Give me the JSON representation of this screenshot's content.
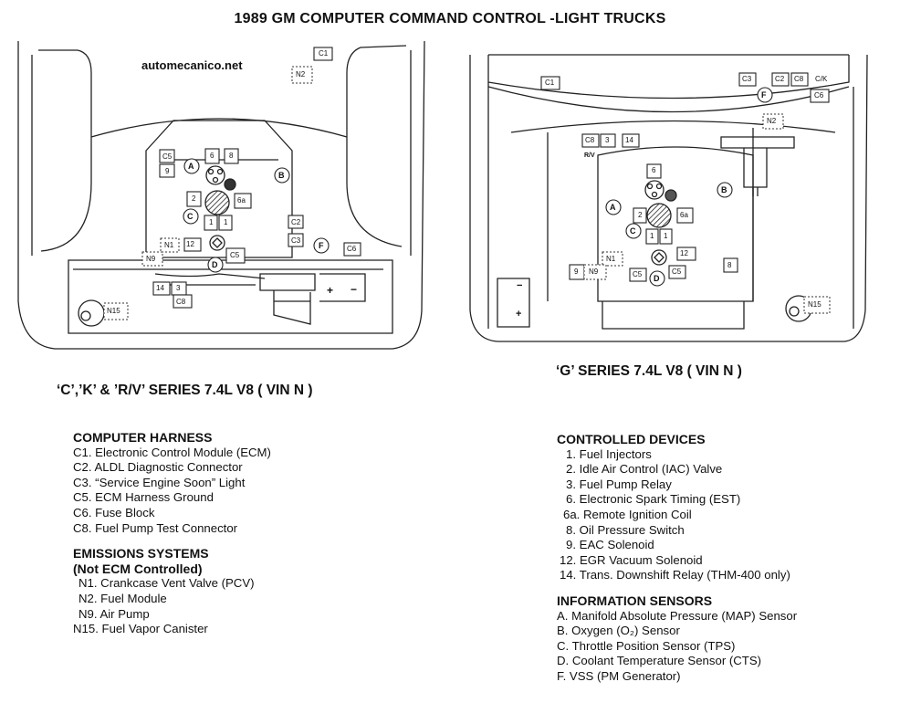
{
  "title": "1989 GM COMPUTER COMMAND CONTROL -LIGHT TRUCKS",
  "watermark": "automecanico.net",
  "left_diagram": {
    "caption": "‘C’,’K’ & ’R/V’ SERIES 7.4L V8 ( VIN N )",
    "callouts": {
      "c1": "C1",
      "n2": "N2",
      "c5": "C5",
      "nine": "9",
      "six": "6",
      "eight": "8",
      "two": "2",
      "six_a": "6a",
      "one_a": "1",
      "one_b": "1",
      "twelve": "12",
      "c5b": "C5",
      "n1": "N1",
      "n9": "N9",
      "c2": "C2",
      "c3": "C3",
      "c6": "C6",
      "fourteen": "14",
      "three": "3",
      "c8": "C8",
      "n15": "N15",
      "a": "A",
      "b": "B",
      "c": "C",
      "d": "D",
      "f": "F",
      "plus": "+",
      "minus": "−"
    }
  },
  "right_diagram": {
    "caption": "‘G’ SERIES 7.4L V8 ( VIN N )",
    "callouts": {
      "c1": "C1",
      "c3": "C3",
      "c2": "C2",
      "c8": "C8",
      "ck": "C/K",
      "c6": "C6",
      "n2": "N2",
      "c8b": "C8",
      "three": "3",
      "fourteen": "14",
      "rv": "R/V",
      "six": "6",
      "two": "2",
      "six_a": "6a",
      "one_a": "1",
      "one_b": "1",
      "twelve": "12",
      "c5a": "C5",
      "c5b": "C5",
      "n1": "N1",
      "nine": "9",
      "n9": "N9",
      "eight": "8",
      "n15": "N15",
      "a": "A",
      "b": "B",
      "c": "C",
      "d": "D",
      "f": "F",
      "minus": "−",
      "plus": "+"
    }
  },
  "computer_harness": {
    "heading": "COMPUTER HARNESS",
    "items": [
      "C1. Electronic Control Module (ECM)",
      "C2. ALDL Diagnostic Connector",
      "C3. “Service Engine Soon” Light",
      "C5. ECM Harness Ground",
      "C6. Fuse Block",
      "C8. Fuel Pump Test Connector"
    ]
  },
  "emissions_systems": {
    "heading": "EMISSIONS SYSTEMS",
    "subheading": "(Not ECM Controlled)",
    "items": [
      "N1. Crankcase Vent Valve (PCV)",
      "N2. Fuel Module",
      "N9. Air Pump",
      "N15. Fuel Vapor Canister"
    ]
  },
  "controlled_devices": {
    "heading": "CONTROLLED DEVICES",
    "items": [
      "1. Fuel Injectors",
      "2. Idle Air Control (IAC) Valve",
      "3. Fuel Pump Relay",
      "6. Electronic Spark Timing (EST)",
      "6a. Remote Ignition Coil",
      "8. Oil Pressure Switch",
      "9. EAC Solenoid",
      "12. EGR Vacuum Solenoid",
      "14. Trans. Downshift Relay (THM-400 only)"
    ]
  },
  "information_sensors": {
    "heading": "INFORMATION SENSORS",
    "items": [
      "A. Manifold Absolute Pressure (MAP) Sensor",
      "B. Oxygen (O₂) Sensor",
      "C. Throttle Position Sensor (TPS)",
      "D. Coolant Temperature Sensor (CTS)",
      "F. VSS (PM Generator)"
    ]
  }
}
